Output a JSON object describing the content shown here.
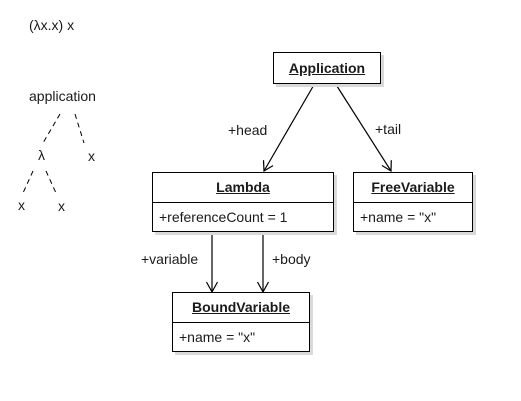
{
  "expression": "(λx.x) x",
  "tree": {
    "root": "application",
    "lambda": "λ",
    "arg": "x",
    "lambda_left": "x",
    "lambda_right": "x"
  },
  "classes": {
    "application": {
      "name": "Application"
    },
    "lambda": {
      "name": "Lambda",
      "attrs": [
        "+referenceCount = 1"
      ]
    },
    "free": {
      "name": "FreeVariable",
      "attrs": [
        "+name = \"x\""
      ]
    },
    "bound": {
      "name": "BoundVariable",
      "attrs": [
        "+name = \"x\""
      ]
    }
  },
  "edges": {
    "head": "+head",
    "tail": "+tail",
    "variable": "+variable",
    "body": "+body"
  }
}
